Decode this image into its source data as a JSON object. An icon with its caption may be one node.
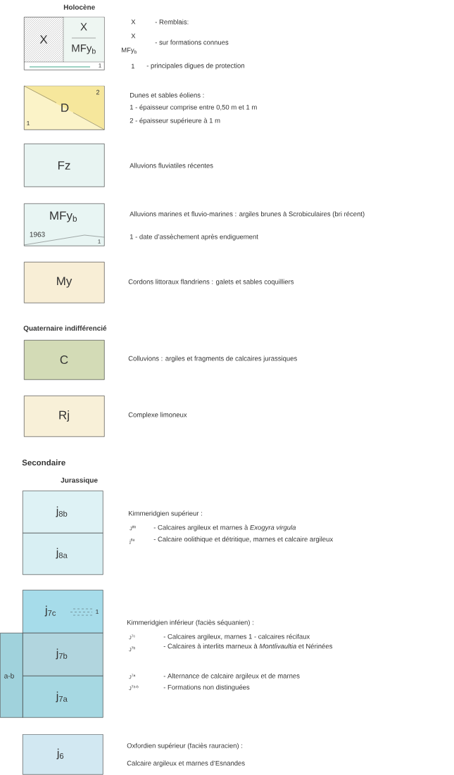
{
  "diagram": {
    "nodes": [
      {
        "text": [
          "X",
          "X",
          "MFy$_{b}$",
          "1"
        ]
      },
      {
        "text": [
          "D",
          "1",
          "2"
        ]
      },
      {
        "text": [
          "Fz"
        ]
      },
      {
        "text": [
          "MFy$_{b}$",
          "1963",
          "1"
        ]
      },
      {
        "text": [
          "My"
        ]
      },
      {
        "text": [
          "C"
        ]
      },
      {
        "text": [
          "Rj"
        ]
      },
      {
        "text": [
          "j$_{8b}$"
        ]
      },
      {
        "text": [
          "j$_{8a}$"
        ]
      },
      {
        "text": [
          "j$_{7c}$",
          "1"
        ]
      },
      {
        "text": [
          "j$_{7b}$"
        ]
      },
      {
        "text": [
          "j$_{7a}$"
        ]
      },
      {
        "text": [
          "a-b"
        ]
      },
      {
        "text": [
          "j$_{6}$"
        ]
      }
    ],
    "labels": [
      "Holocène",
      "X",
      "- Remblais:",
      "X",
      "MFy$_{b}$",
      "- sur formations connues",
      "1",
      "- principales digues de protection",
      "Dunes et sables éoliens :",
      "1 - épaisseur comprise entre 0,50 m et 1 m",
      "2 - épaisseur supérieure à 1 m",
      "Alluvions fluviatiles récentes",
      "Alluvions marines et fluvio-marines : argiles brunes à Scrobiculaires (bri récent)",
      "1 - date d’assèchement après endiguement",
      "Cordons littoraux flandriens : galets et sables coquilliers",
      "Quaternaire indifférencié",
      "Colluvions : argiles et fragments de calcaires jurassiques",
      "Complexe limoneux",
      "Secondaire",
      "Jurassique",
      "Kimmeridgien supérieur :",
      "J$^{8b}$",
      "- Calcaires argileux et marnes à *Exogyra virgula*",
      "j$^{8a}$",
      "- Calcaire oolithique et détritique, marnes et calcaire argileux",
      "Kimmeridgien inférieur (faciès séquanien) :",
      "J$^{7c}$",
      "- Calcaires argileux, marnes 1 - calcaires récifaux",
      "J$^{7b}$",
      "- Calcaires à interlits marneux à *Montlivaultia* et Nérinées",
      "J$^{7a}$",
      "- Alternance de calcaire argileux et de marnes",
      "J$^{7a-b}$",
      "- Formations non distinguées",
      "Oxfordien supérieur (faciès rauracien) :",
      "Calcaire argileux et marnes d’Esnandes"
    ]
  }
}
